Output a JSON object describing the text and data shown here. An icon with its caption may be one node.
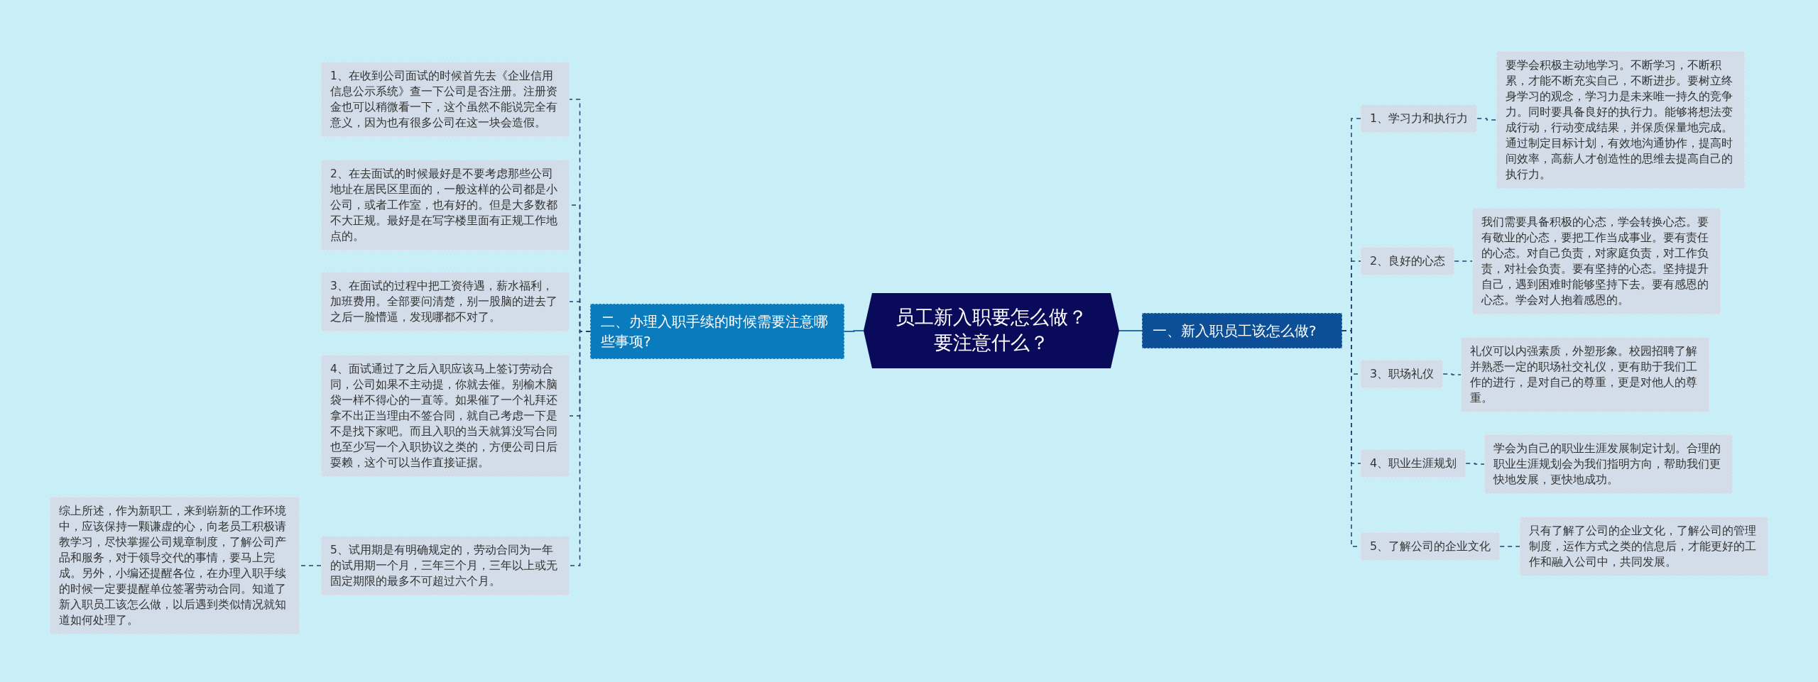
{
  "diagram": {
    "nodes": [
      {
        "text": [
          "员工新入职要怎么做？要注意什么？"
        ]
      },
      {
        "text": [
          "一、新入职员工该怎么做?"
        ]
      },
      {
        "text": [
          "1、学习力和执行力"
        ]
      },
      {
        "text": [
          "要学会积极主动地学习。不断学习，不断积累，才能不断充实自己，不断进步。要树立终身学习的观念，学习力是未来唯一持久的竞争力。同时要具备良好的执行力。能够将想法变成行动，行动变成结果，并保质保量地完成。通过制定目标计划，有效地沟通协作，提高时间效率，高薪人才创造性的思维去提高自己的执行力。"
        ]
      },
      {
        "text": [
          "2、良好的心态"
        ]
      },
      {
        "text": [
          "我们需要具备积极的心态，学会转换心态。要有敬业的心态，要把工作当成事业。要有责任的心态。对自己负责，对家庭负责，对工作负责，对社会负责。要有坚持的心态。坚持提升自己，遇到困难时能够坚持下去。要有感恩的心态。学会对人抱着感恩的。"
        ]
      },
      {
        "text": [
          "3、职场礼仪"
        ]
      },
      {
        "text": [
          "礼仪可以内强素质，外塑形象。校园招聘了解并熟悉一定的职场社交礼仪，更有助于我们工作的进行，是对自己的尊重，更是对他人的尊重。"
        ]
      },
      {
        "text": [
          "4、职业生涯规划"
        ]
      },
      {
        "text": [
          "学会为自己的职业生涯发展制定计划。合理的职业生涯规划会为我们指明方向，帮助我们更快地发展，更快地成功。"
        ]
      },
      {
        "text": [
          "5、了解公司的企业文化"
        ]
      },
      {
        "text": [
          "只有了解了公司的企业文化，了解公司的管理制度，运作方式之类的信息后，才能更好的工作和融入公司中，共同发展。"
        ]
      },
      {
        "text": [
          "二、办理入职手续的时候需要注意哪些事项?"
        ]
      },
      {
        "text": [
          "1、在收到公司面试的时候首先去《企业信用信息公示系统》查一下公司是否注册。注册资金也可以稍微看一下，这个虽然不能说完全有意义，因为也有很多公司在这一块会造假。"
        ]
      },
      {
        "text": [
          "2、在去面试的时候最好是不要考虑那些公司地址在居民区里面的，一般这样的公司都是小公司，或者工作室，也有好的。但是大多数都不大正规。最好是在写字楼里面有正规工作地点的。"
        ]
      },
      {
        "text": [
          "3、在面试的过程中把工资待遇，薪水福利，加班费用。全部要问清楚，别一股脑的进去了之后一脸懵逼，发现哪都不对了。"
        ]
      },
      {
        "text": [
          "4、面试通过了之后入职应该马上签订劳动合同，公司如果不主动提，你就去催。别榆木脑袋一样不得心的一直等。如果催了一个礼拜还拿不出正当理由不签合同，就自己考虑一下是不是找下家吧。而且入职的当天就算没写合同也至少写一个入职协议之类的，方便公司日后耍赖，这个可以当作直接证据。"
        ]
      },
      {
        "text": [
          "5、试用期是有明确规定的，劳动合同为一年的试用期一个月，三年三个月，三年以上或无固定期限的最多不可超过六个月。"
        ]
      },
      {
        "text": [
          "综上所述，作为新职工，来到崭新的工作环境中，应该保持一颗谦虚的心，向老员工积极请教学习，尽快掌握公司规章制度，了解公司产品和服务，对于领导交代的事情，要马上完成。另外，小编还提醒各位，在办理入职手续的时候一定要提醒单位签署劳动合同。知道了新入职员工该怎么做，以后遇到类似情况就知道如何处理了。"
        ]
      }
    ],
    "edges": [
      {
        "from": 0,
        "to": 1,
        "arrow": "none",
        "color": "#2a6db0"
      },
      {
        "from": 1,
        "to": 2,
        "arrow": "none",
        "style": "dashed"
      },
      {
        "from": 2,
        "to": 3,
        "arrow": "none",
        "style": "dashed"
      },
      {
        "from": 1,
        "to": 4,
        "arrow": "none",
        "style": "dashed"
      },
      {
        "from": 4,
        "to": 5,
        "arrow": "none",
        "style": "dashed"
      },
      {
        "from": 1,
        "to": 6,
        "arrow": "none",
        "style": "dashed"
      },
      {
        "from": 6,
        "to": 7,
        "arrow": "none",
        "style": "dashed"
      },
      {
        "from": 1,
        "to": 8,
        "arrow": "none",
        "style": "dashed"
      },
      {
        "from": 8,
        "to": 9,
        "arrow": "none",
        "style": "dashed"
      },
      {
        "from": 1,
        "to": 10,
        "arrow": "none",
        "style": "dashed"
      },
      {
        "from": 10,
        "to": 11,
        "arrow": "none",
        "style": "dashed"
      },
      {
        "from": 0,
        "to": 12,
        "arrow": "none",
        "color": "#2a6db0"
      },
      {
        "from": 12,
        "to": 13,
        "arrow": "none",
        "style": "dashed"
      },
      {
        "from": 12,
        "to": 14,
        "arrow": "none",
        "style": "dashed"
      },
      {
        "from": 12,
        "to": 15,
        "arrow": "none",
        "style": "dashed"
      },
      {
        "from": 12,
        "to": 16,
        "arrow": "none",
        "style": "dashed"
      },
      {
        "from": 12,
        "to": 17,
        "arrow": "none",
        "style": "dashed"
      },
      {
        "from": 17,
        "to": 18,
        "arrow": "none",
        "style": "dashed"
      }
    ]
  }
}
